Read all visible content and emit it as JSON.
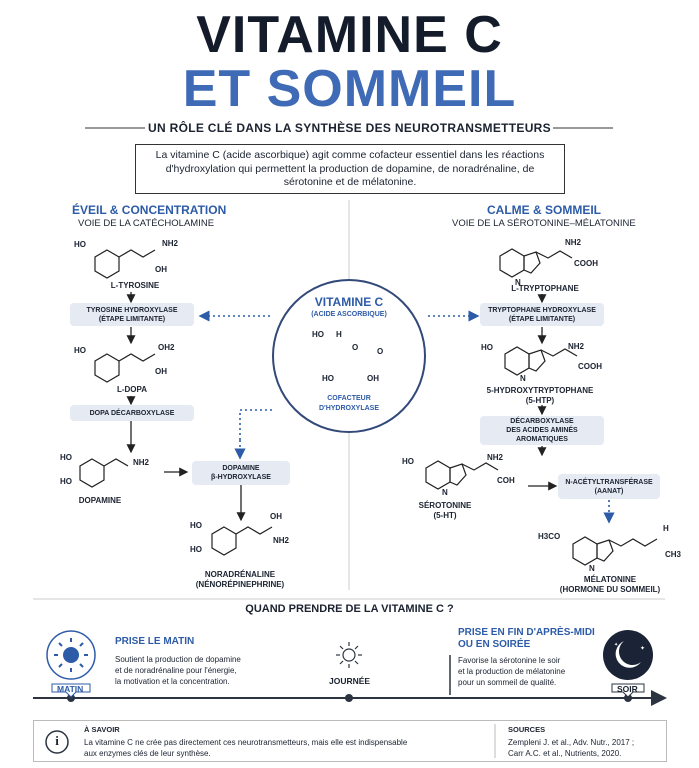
{
  "title": {
    "line1": "VITAMINE C",
    "line2": "ET SOMMEIL"
  },
  "subtitle": "UN RÔLE CLÉ DANS LA SYNTHÈSE DES NEUROTRANSMETTEURS",
  "intro": "La vitamine C (acide ascorbique) agit comme cofacteur essentiel dans les réactions d'hydroxylation qui permettent la production de dopamine, de noradrénaline, de sérotonine et de mélatonine.",
  "left": {
    "heading": "ÉVEIL & CONCENTRATION",
    "subheading": "VOIE DE LA CATÉCHOLAMINE",
    "molecules": {
      "tyrosine": "L-TYROSINE",
      "dopa": "L-DOPA",
      "dopamine": "DOPAMINE",
      "noradrenaline_l1": "NORADRÉNALINE",
      "noradrenaline_l2": "(NÉNORÉPINEPHRINE)"
    },
    "enzymes": {
      "tyrosine_hydroxylase_l1": "TYROSINE HYDROXYLASE",
      "tyrosine_hydroxylase_l2": "(ÉTAPE LIMITANTE)",
      "dopa_decarboxylase": "DOPA DÉCARBOXYLASE",
      "dbh_l1": "DOPAMINE",
      "dbh_l2": "β-HYDROXYLASE"
    }
  },
  "right": {
    "heading": "CALME & SOMMEIL",
    "subheading": "VOIE DE LA SÉROTONINE–MÉLATONINE",
    "molecules": {
      "tryptophan": "L-TRYPTOPHANE",
      "htp_l1": "5-HYDROXYTRYPTOPHANE",
      "htp_l2": "(5-HTP)",
      "serotonin_l1": "SÉROTONINE",
      "serotonin_l2": "(5-HT)",
      "melatonin_l1": "MÉLATONINE",
      "melatonin_l2": "(HORMONE DU SOMMEIL)"
    },
    "enzymes": {
      "tph_l1": "TRYPTOPHANE HYDROXYLASE",
      "tph_l2": "(ÉTAPE LIMITANTE)",
      "aadc_l1": "DÉCARBOXYLASE",
      "aadc_l2": "DES ACIDES AMINÉS AROMATIQUES",
      "aanat_l1": "N-ACÉTYLTRANSFÉRASE",
      "aanat_l2": "(AANAT)"
    }
  },
  "center": {
    "title": "VITAMINE C",
    "subtitle": "(ACIDE ASCORBIQUE)",
    "cofactor_l1": "COFACTEUR",
    "cofactor_l2": "D'HYDROXYLASE"
  },
  "atoms": {
    "ho": "HO",
    "h": "H",
    "o": "O",
    "oh": "OH",
    "nh2": "NH2",
    "oh2": "OH2",
    "n": "N",
    "cooh": "COOH",
    "coh": "COH",
    "h3co": "H3CO",
    "ch3": "CH3"
  },
  "timing": {
    "title": "QUAND PRENDRE DE LA VITAMINE C ?",
    "morning": {
      "heading": "PRISE LE MATIN",
      "text_l1": "Soutient la production de dopamine",
      "text_l2": "et de noradrénaline pour l'énergie,",
      "text_l3": "la motivation et la concentration.",
      "label": "MATIN"
    },
    "day": {
      "label": "JOURNÉE"
    },
    "evening": {
      "heading_l1": "PRISE EN FIN D'APRÈS-MIDI",
      "heading_l2": "OU EN SOIRÉE",
      "text_l1": "Favorise la sérotonine le soir",
      "text_l2": "et la production de mélatonine",
      "text_l3": "pour un sommeil de qualité.",
      "label": "SOIR"
    }
  },
  "footer": {
    "know_heading": "À SAVOIR",
    "know_l1": "La vitamine C ne crée pas directement ces neurotransmetteurs, mais elle est indispensable",
    "know_l2": "aux enzymes clés de leur synthèse.",
    "sources_heading": "SOURCES",
    "source_l1": "Zempleni J. et al., Adv. Nutr., 2017 ;",
    "source_l2": "Carr A.C. et al., Nutrients, 2020.",
    "info_icon": "i"
  },
  "colors": {
    "navy": "#141c2c",
    "blue": "#3f6ab5",
    "enzyme_bg": "#e5eaf3"
  }
}
